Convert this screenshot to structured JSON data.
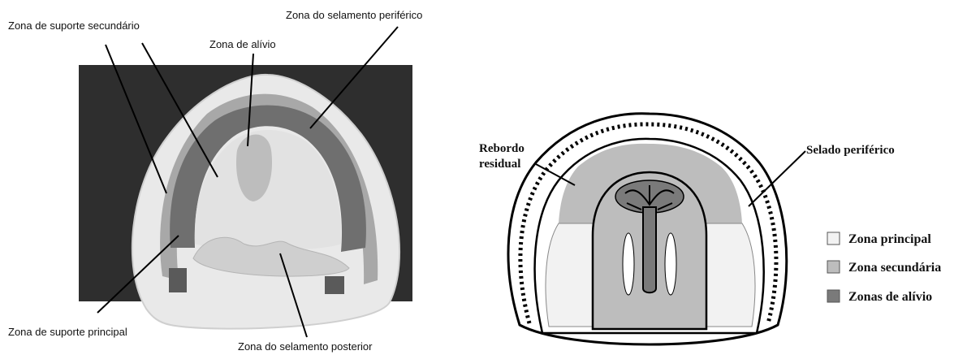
{
  "left_figure": {
    "labels": {
      "secondary_support": "Zona de suporte secundário",
      "relief": "Zona de alívio",
      "peripheral_seal": "Zona do selamento periférico",
      "primary_support": "Zona de suporte principal",
      "posterior_seal": "Zona do selamento posterior"
    }
  },
  "right_figure": {
    "labels": {
      "residual_ridge_line1": "Rebordo",
      "residual_ridge_line2": "residual",
      "peripheral_seal": "Selado periférico"
    },
    "legend": [
      {
        "label": "Zona principal",
        "color": "#f2f2f2"
      },
      {
        "label": "Zona secundária",
        "color": "#bdbdbd"
      },
      {
        "label": "Zonas de alívio",
        "color": "#7a7a7a"
      }
    ]
  }
}
